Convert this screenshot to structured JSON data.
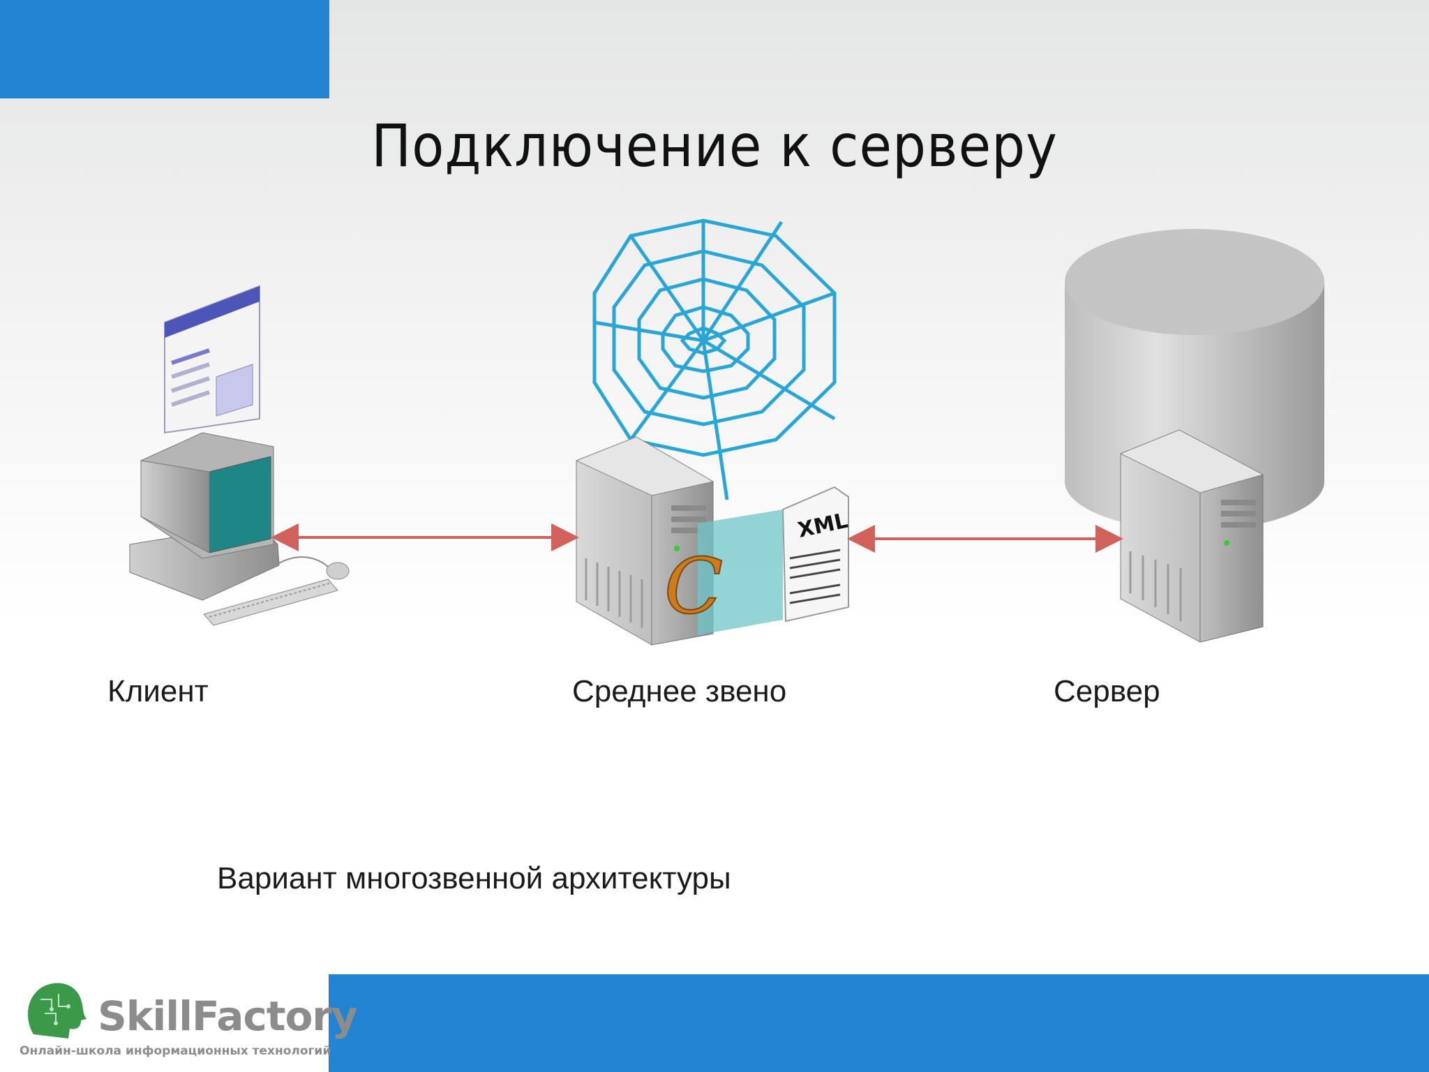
{
  "slide": {
    "title": "Подключение к серверу",
    "subtitle": "Вариант многозвенной архитектуры"
  },
  "nodes": {
    "client": "Клиент",
    "middle": "Среднее звено",
    "server": "Сервер"
  },
  "artwork": {
    "xml_label": "XML",
    "c_label": "C"
  },
  "logo": {
    "name": "SkillFactory",
    "tagline": "Онлайн-школа информационных технологий"
  },
  "colors": {
    "accent_blue": "#2384d4",
    "arrow": "#d0625b",
    "web": "#2aa6d6",
    "logo_green": "#3a9a4a"
  }
}
